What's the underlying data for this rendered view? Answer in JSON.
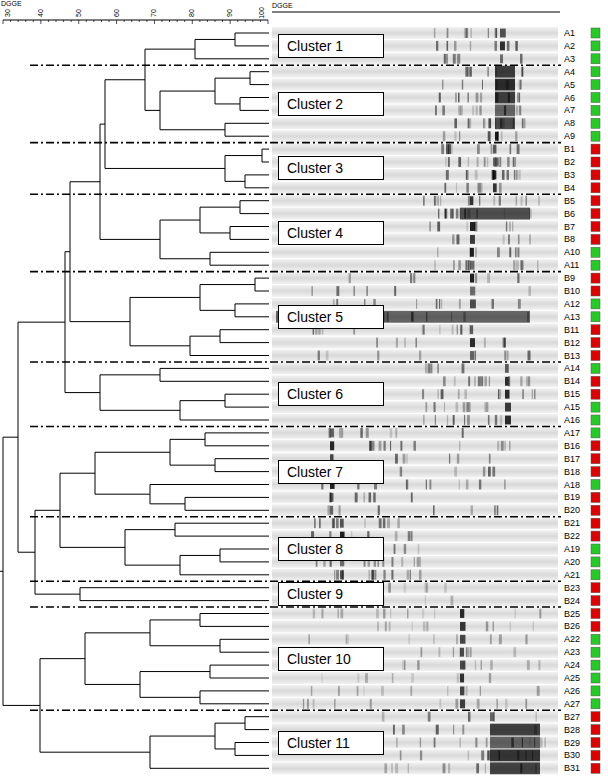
{
  "diagram": {
    "nodes": [
      {
        "text": [
          "Cluster 1"
        ]
      },
      {
        "text": [
          "Cluster 2"
        ]
      },
      {
        "text": [
          "Cluster 3"
        ]
      },
      {
        "text": [
          "Cluster 4"
        ]
      },
      {
        "text": [
          "Cluster 5"
        ]
      },
      {
        "text": [
          "Cluster 6"
        ]
      },
      {
        "text": [
          "Cluster 7"
        ]
      },
      {
        "text": [
          "Cluster 8"
        ]
      },
      {
        "text": [
          "Cluster 9"
        ]
      },
      {
        "text": [
          "Cluster 10"
        ]
      },
      {
        "text": [
          "Cluster 11"
        ]
      }
    ],
    "labels": [
      "DGGE",
      "DGGE",
      "30",
      "40",
      "50",
      "60",
      "70",
      "80",
      "90",
      "100",
      "A1",
      "A2",
      "A3",
      "A4",
      "A5",
      "A6",
      "A7",
      "A8",
      "A9",
      "B1",
      "B2",
      "B3",
      "B4",
      "B5",
      "B6",
      "B7",
      "B8",
      "A10",
      "A11",
      "B9",
      "B10",
      "A12",
      "A13",
      "B11",
      "B12",
      "B13",
      "A14",
      "B14",
      "B15",
      "A15",
      "A16",
      "A17",
      "B16",
      "B17",
      "B18",
      "A18",
      "B19",
      "B20",
      "B21",
      "B22",
      "A19",
      "A20",
      "A21",
      "B23",
      "B24",
      "B25",
      "B26",
      "A22",
      "A23",
      "A24",
      "A25",
      "A26",
      "A27",
      "B27",
      "B28",
      "B29",
      "B30",
      "B31"
    ]
  }
}
